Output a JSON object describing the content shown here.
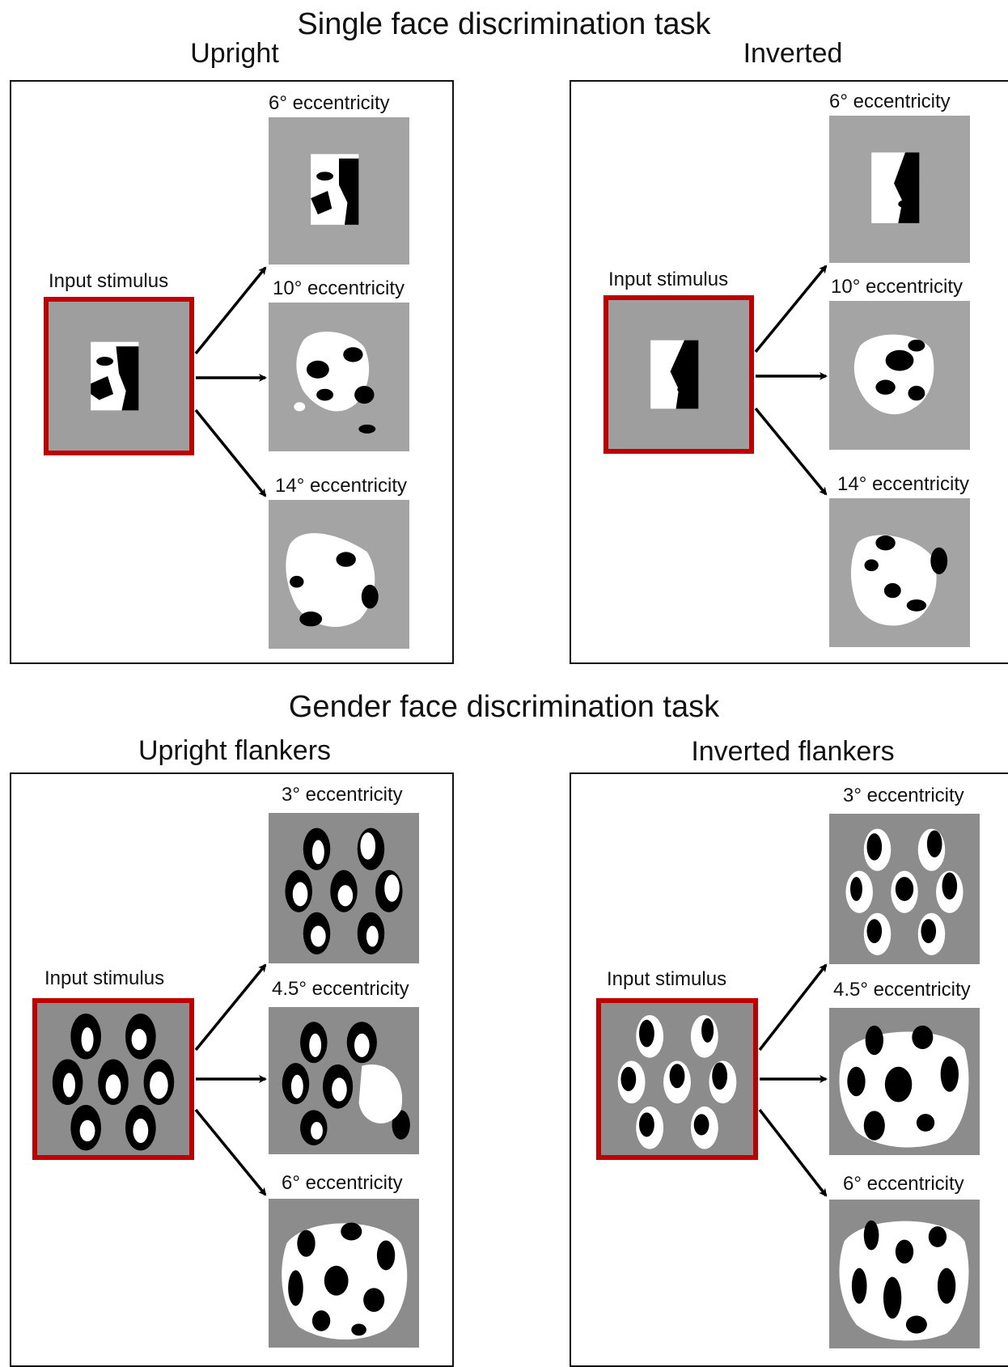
{
  "sections": {
    "single": {
      "title": "Single face discrimination task",
      "left": {
        "title": "Upright",
        "input_label": "Input stimulus",
        "outputs": [
          "6° eccentricity",
          "10° eccentricity",
          "14° eccentricity"
        ]
      },
      "right": {
        "title": "Inverted",
        "input_label": "Input stimulus",
        "outputs": [
          "6° eccentricity",
          "10° eccentricity",
          "14° eccentricity"
        ]
      }
    },
    "gender": {
      "title": "Gender face discrimination task",
      "left": {
        "title": "Upright flankers",
        "input_label": "Input stimulus",
        "outputs": [
          "3° eccentricity",
          "4.5° eccentricity",
          "6° eccentricity"
        ]
      },
      "right": {
        "title": "Inverted flankers",
        "input_label": "Input stimulus",
        "outputs": [
          "3° eccentricity",
          "4.5° eccentricity",
          "6° eccentricity"
        ]
      }
    }
  },
  "colors": {
    "input_border": "#c00000",
    "stimulus_background": "#9e9e9e",
    "flanker_background": "#8c8c8c",
    "panel_border": "#111111"
  }
}
